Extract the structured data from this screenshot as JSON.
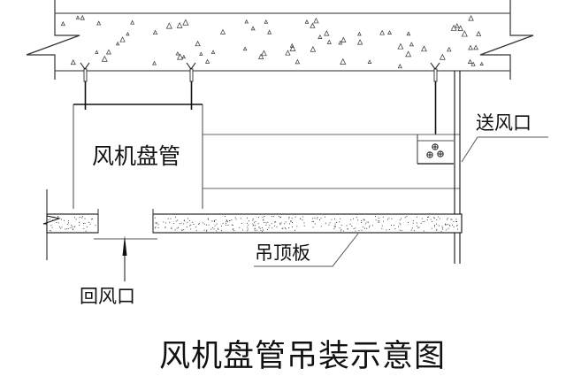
{
  "diagram": {
    "title": "风机盘管吊装示意图",
    "labels": {
      "fan_coil_unit": "风机盘管",
      "supply_air_outlet": "送风口",
      "ceiling_board": "吊顶板",
      "return_air_inlet": "回风口"
    },
    "components": [
      "concrete-slab",
      "ceiling-hangers",
      "fan-coil-unit",
      "supply-duct",
      "supply-diffuser",
      "suspended-ceiling-board",
      "return-air-opening"
    ],
    "colors": {
      "line": "#111111",
      "duct_line": "#555555",
      "background": "#ffffff"
    }
  }
}
